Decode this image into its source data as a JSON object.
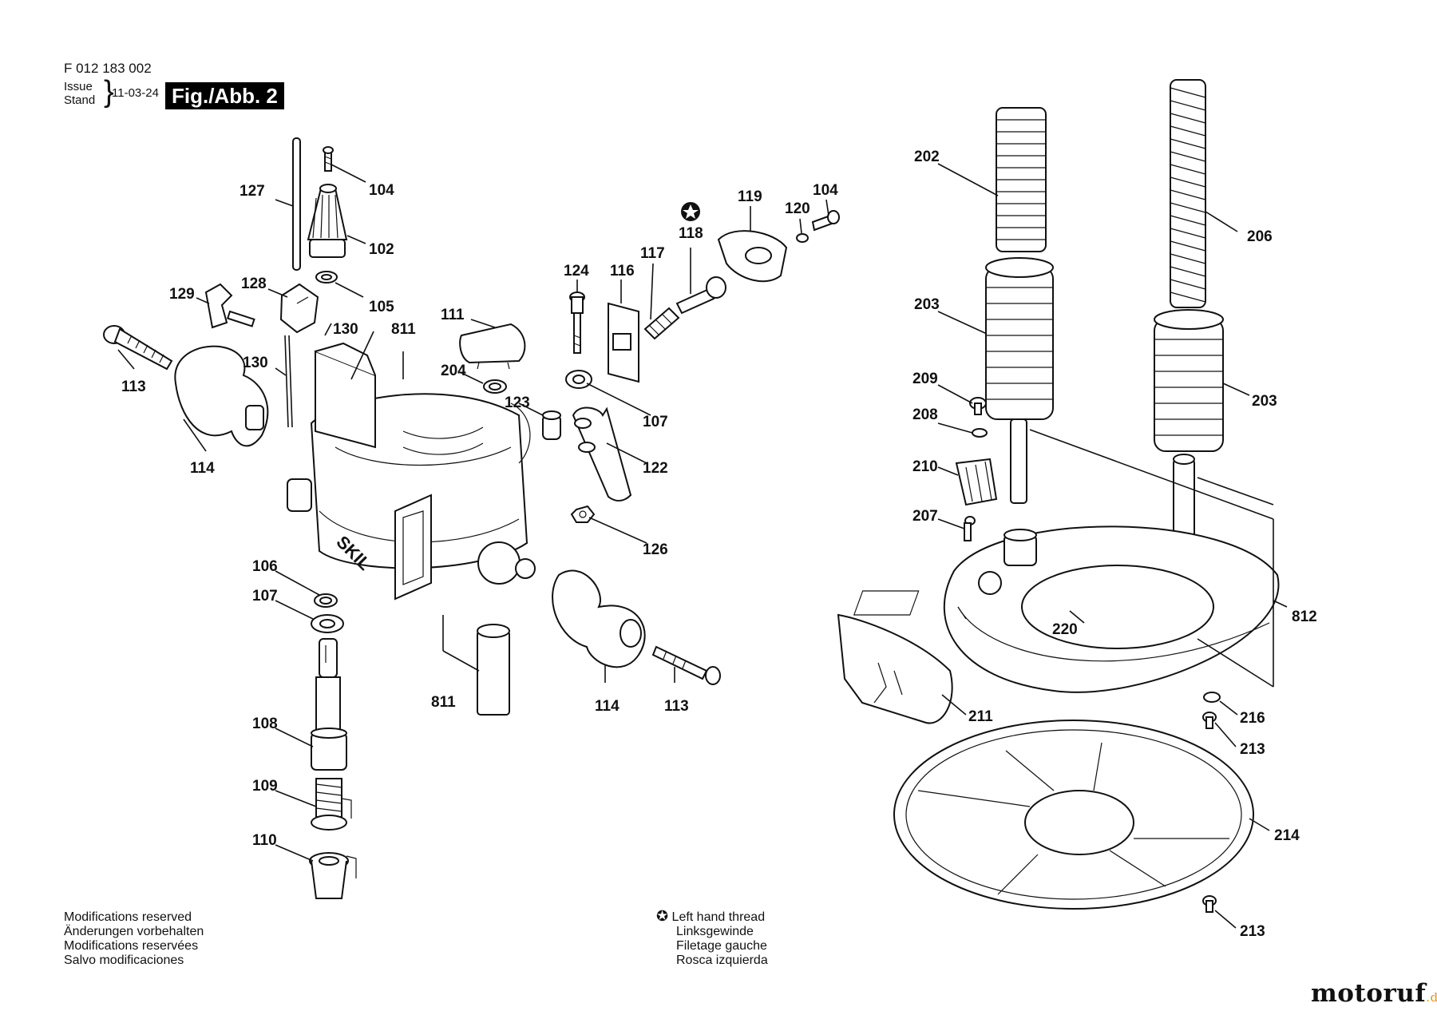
{
  "header": {
    "doc_number": "F 012 183 002",
    "issue_line1": "Issue",
    "issue_line2": "Stand",
    "brace": "}",
    "date": "11-03-24",
    "figure_label": "Fig./Abb. 2"
  },
  "notes_left": {
    "line1": "Modifications reserved",
    "line2": "Änderungen vorbehalten",
    "line3": "Modifications reservées",
    "line4": "Salvo modificaciones"
  },
  "notes_right": {
    "symbol": "✪",
    "line1": "Left hand thread",
    "line2": "Linksgewinde",
    "line3": "Filetage gauche",
    "line4": "Rosca izquierda"
  },
  "brand": {
    "main": "motoruf",
    "suffix": ".de"
  },
  "callouts": {
    "c127": "127",
    "c104a": "104",
    "c102": "102",
    "c128": "128",
    "c129": "129",
    "c105": "105",
    "c130a": "130",
    "c811a": "811",
    "c130b": "130",
    "c113a": "113",
    "c114a": "114",
    "c111": "111",
    "c204": "204",
    "c123": "123",
    "c124": "124",
    "c116": "116",
    "c117": "117",
    "c118": "118",
    "c119": "119",
    "c120": "120",
    "c104b": "104",
    "c107a": "107",
    "c122": "122",
    "c126": "126",
    "c106": "106",
    "c107b": "107",
    "c108": "108",
    "c109": "109",
    "c110": "110",
    "c811b": "811",
    "c114b": "114",
    "c113b": "113",
    "c202": "202",
    "c206": "206",
    "c203a": "203",
    "c203b": "203",
    "c209": "209",
    "c208": "208",
    "c210": "210",
    "c207": "207",
    "c220": "220",
    "c812": "812",
    "c211": "211",
    "c216": "216",
    "c213a": "213",
    "c214": "214",
    "c213b": "213"
  }
}
